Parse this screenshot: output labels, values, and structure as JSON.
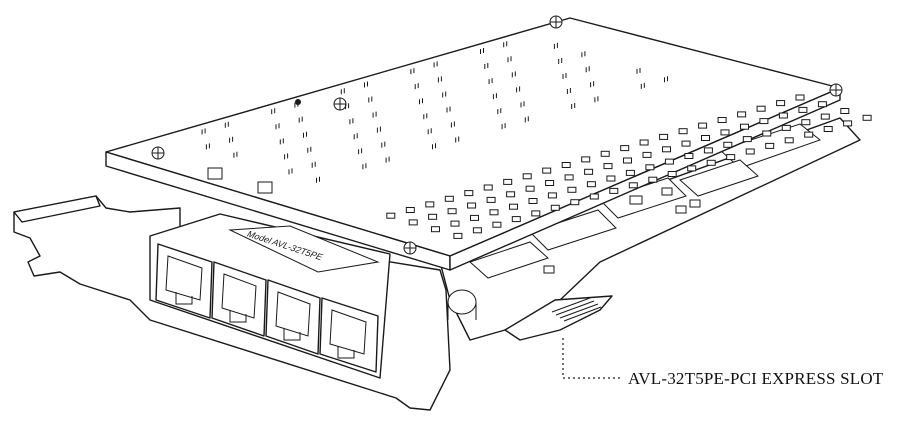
{
  "callout": {
    "label": "AVL-32T5PE-PCI EXPRESS SLOT"
  },
  "board": {
    "model_label": "Model AVL-32T5PE",
    "port_count": 4
  },
  "colors": {
    "line": "#1a1a1a",
    "fill": "#ffffff"
  }
}
